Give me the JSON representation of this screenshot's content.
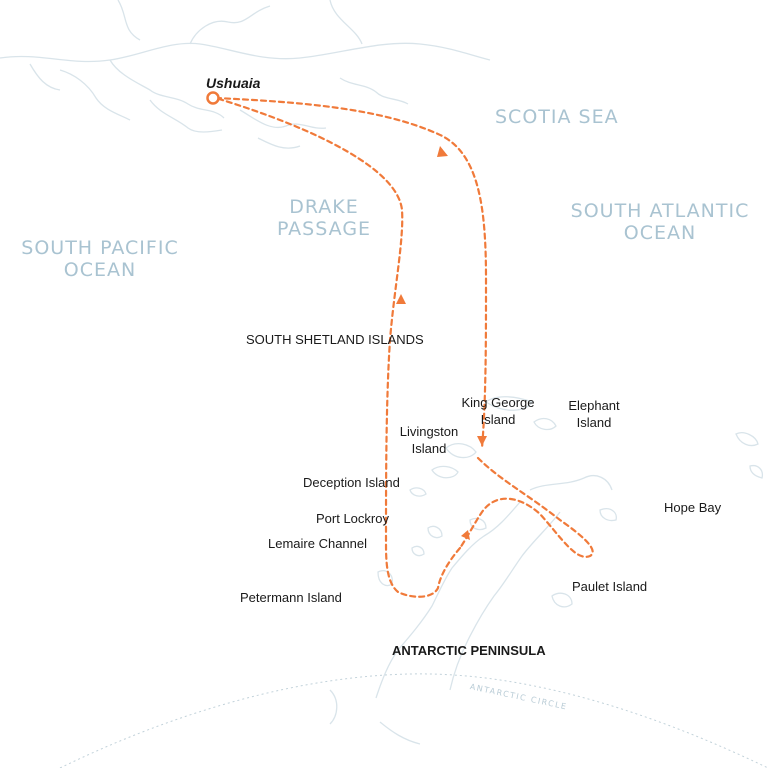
{
  "map": {
    "seas": {
      "scotia_sea": "SCOTIA SEA",
      "drake_passage": [
        "DRAKE",
        "PASSAGE"
      ],
      "south_atlantic_ocean": [
        "SOUTH ATLANTIC",
        "OCEAN"
      ],
      "south_pacific_ocean": [
        "SOUTH PACIFIC",
        "OCEAN"
      ]
    },
    "port": "Ushuaia",
    "places": {
      "south_shetland_islands": "SOUTH SHETLAND ISLANDS",
      "king_george_island": [
        "King George",
        "Island"
      ],
      "elephant_island": [
        "Elephant",
        "Island"
      ],
      "livingston_island": [
        "Livingston",
        "Island"
      ],
      "deception_island": "Deception Island",
      "hope_bay": "Hope Bay",
      "port_lockroy": "Port Lockroy",
      "lemaire_channel": "Lemaire Channel",
      "paulet_island": "Paulet Island",
      "petermann_island": "Petermann Island",
      "antarctic_peninsula": "ANTARCTIC PENINSULA"
    },
    "antarctic_circle": "ANTARCTIC CIRCLE",
    "colors": {
      "route": "#f07a3a",
      "land_outline": "#d9e4ea",
      "sea_label": "#a9c3d1",
      "circle": "#c2d2da"
    }
  }
}
